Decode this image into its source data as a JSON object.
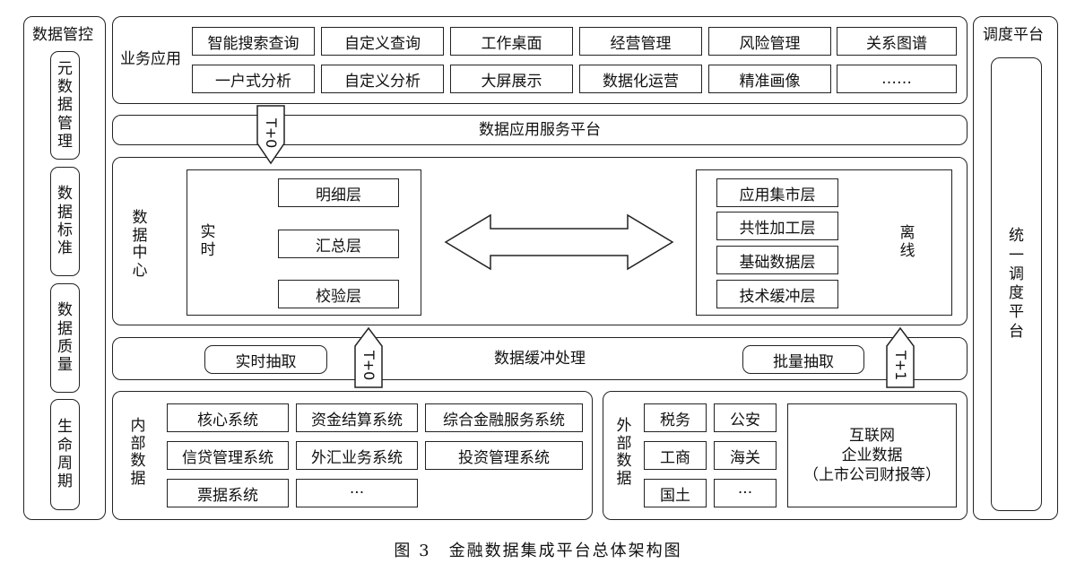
{
  "left_panel": {
    "title": "数据管控",
    "items": [
      "元数据管理",
      "数据标准",
      "数据质量",
      "生命周期"
    ]
  },
  "right_panel": {
    "title": "调度平台",
    "inner": "统一调度平台"
  },
  "business": {
    "label": "业务应用",
    "row1": [
      "智能搜索查询",
      "自定义查询",
      "工作桌面",
      "经营管理",
      "风险管理",
      "关系图谱"
    ],
    "row2": [
      "一户式分析",
      "自定义分析",
      "大屏展示",
      "数据化运营",
      "精准画像",
      "……"
    ]
  },
  "service_platform": "数据应用服务平台",
  "arrows": {
    "t0_top": "T+0",
    "t0_bottom": "T+0",
    "t1": "T+1"
  },
  "data_center": {
    "label": "数据中心",
    "realtime": {
      "label": "实时",
      "layers": [
        "明细层",
        "汇总层",
        "校验层"
      ]
    },
    "offline": {
      "label": "离线",
      "layers": [
        "应用集市层",
        "共性加工层",
        "基础数据层",
        "技术缓冲层"
      ]
    }
  },
  "buffer": {
    "label": "数据缓冲处理",
    "realtime_extract": "实时抽取",
    "batch_extract": "批量抽取"
  },
  "internal": {
    "label": "内部数据",
    "rows": [
      [
        "核心系统",
        "资金结算系统",
        "综合金融服务系统"
      ],
      [
        "信贷管理系统",
        "外汇业务系统",
        "投资管理系统"
      ],
      [
        "票据系统",
        "···"
      ]
    ]
  },
  "external": {
    "label": "外部数据",
    "grid": [
      [
        "税务",
        "公安"
      ],
      [
        "工商",
        "海关"
      ],
      [
        "国土",
        "···"
      ]
    ],
    "internet": [
      "互联网",
      "企业数据",
      "（上市公司财报等）"
    ]
  },
  "caption": "图 3　金融数据集成平台总体架构图"
}
